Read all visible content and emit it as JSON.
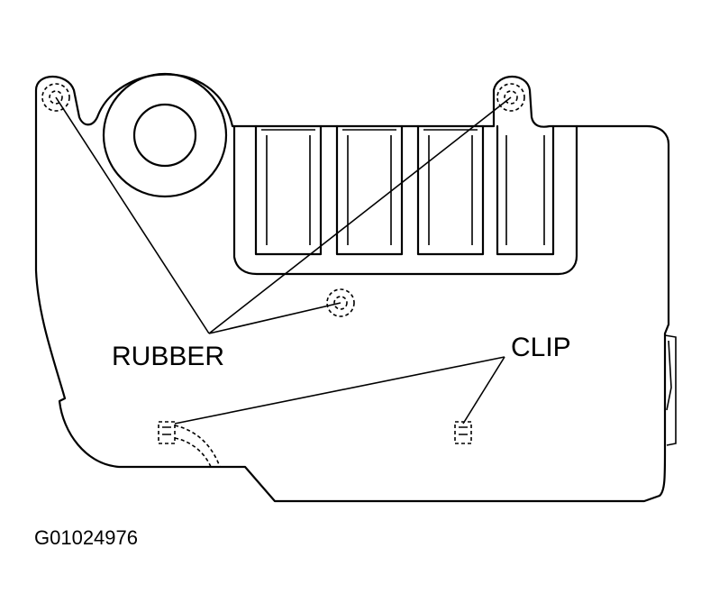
{
  "labels": {
    "rubber": "RUBBER",
    "clip": "CLIP",
    "figure_code": "G01024976"
  },
  "colors": {
    "ink": "#000000",
    "background": "#ffffff"
  }
}
